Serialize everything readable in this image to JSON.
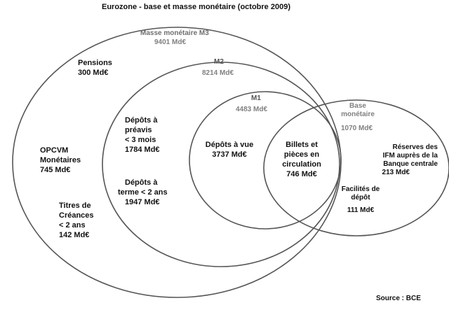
{
  "title": "Eurozone - base et masse monétaire (octobre 2009)",
  "source": "Source : BCE",
  "sets": {
    "m3": {
      "label": "Masse  monétaire M3",
      "value": "9401 Md€"
    },
    "m2": {
      "label": "M2",
      "value": "8214 Md€"
    },
    "m1": {
      "label": "M1",
      "value": "4483 Md€"
    },
    "base": {
      "label_line1": "Base",
      "label_line2": "monétaire",
      "value": "1070 Md€"
    }
  },
  "components": {
    "pensions": {
      "line1": "Pensions",
      "value": "300 Md€"
    },
    "opcvm": {
      "line1": "OPCVM",
      "line2": "Monétaires",
      "value": "745 Md€"
    },
    "titres": {
      "line1": "Titres de",
      "line2": "Créances",
      "line3": "< 2 ans",
      "value": "142 Md€"
    },
    "preavis": {
      "line1": "Dépôts à",
      "line2": "préavis",
      "line3": "< 3 mois",
      "value": "1784 Md€"
    },
    "terme": {
      "line1": "Dépôts à",
      "line2": "terme < 2 ans",
      "value": "1947 Md€"
    },
    "vue": {
      "line1": "Dépôts à vue",
      "value": "3737 Md€"
    },
    "billets": {
      "line1": "Billets et",
      "line2": "pièces en",
      "line3": "circulation",
      "value": "746 Md€"
    },
    "reserves": {
      "line1": "Réserves des",
      "line2": "IFM auprès de la",
      "line3": "Banque centrale",
      "value": "213 Md€"
    },
    "facilites": {
      "line1": "Facilités de",
      "line2": "dépôt",
      "value": "111 Md€"
    }
  }
}
